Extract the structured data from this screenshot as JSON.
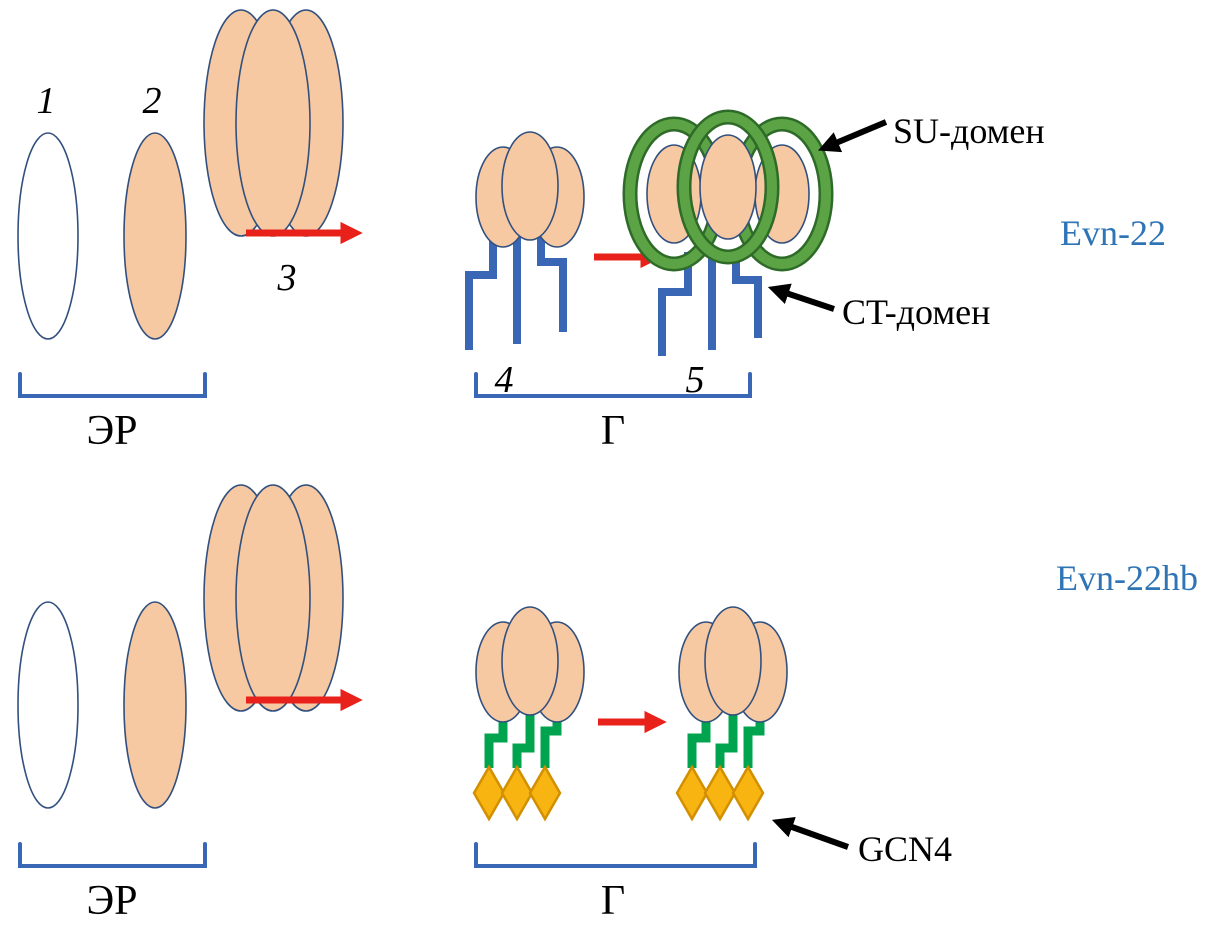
{
  "labels": {
    "step_1": "1",
    "step_2": "2",
    "step_3": "3",
    "step_4": "4",
    "step_5": "5",
    "su_domain": "SU-домен",
    "ct_domain": "CT-домен",
    "gcn4": "GCN4",
    "construct_top": "Evn-22",
    "construct_bottom": "Evn-22hb",
    "er_top": "ЭР",
    "golgi_top": "Г",
    "er_bottom": "ЭР",
    "golgi_bottom": "Г"
  },
  "colors": {
    "protein_fill": "#f6c9a3",
    "protein_outline": "#32507e",
    "ct_domain_blue": "#3a67b5",
    "su_ring_green": "#5ba344",
    "gcn4_linker_green": "#00a44f",
    "gcn4_diamond_gold": "#f8b511",
    "arrow_red": "#e8211a",
    "arrow_black": "#000000",
    "construct_label_blue": "#2f74b5"
  }
}
